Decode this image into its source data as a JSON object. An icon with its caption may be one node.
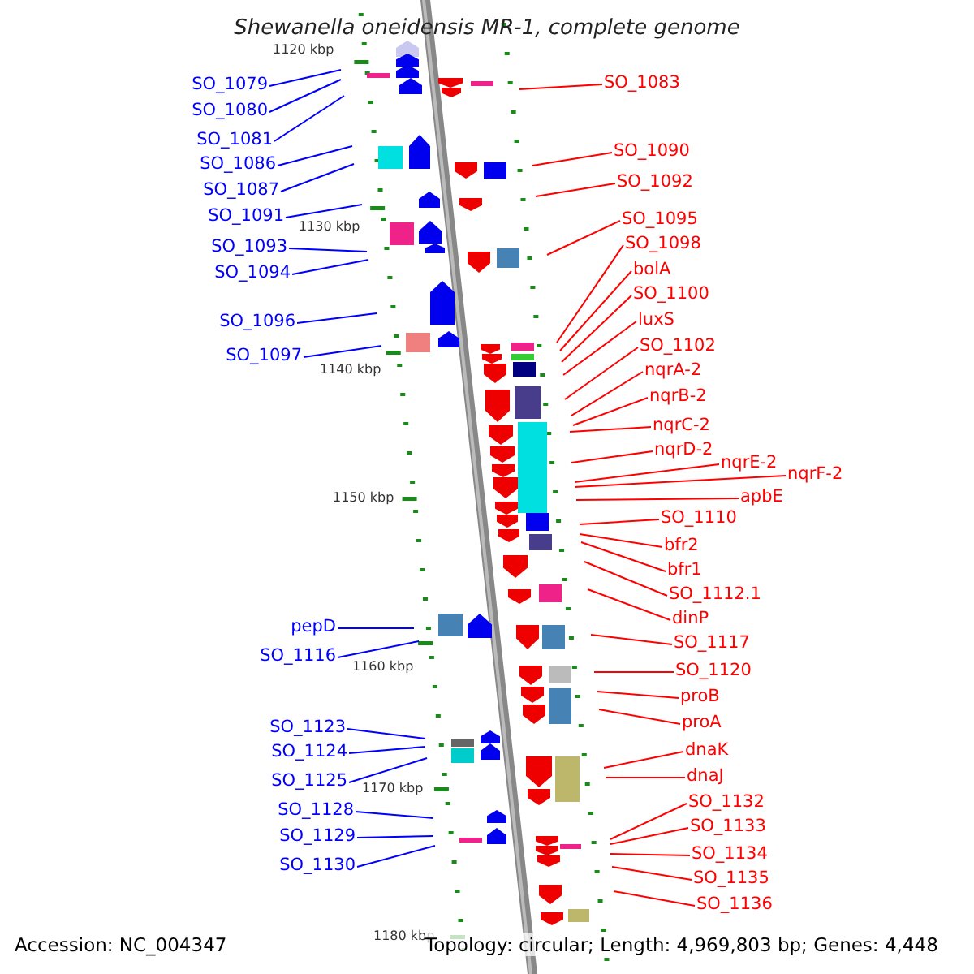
{
  "diagram": {
    "title": "Shewanella oneidensis MR-1, complete genome",
    "nodes": [
      {
        "text": [
          "SO_1079"
        ]
      },
      {
        "text": [
          "SO_1080"
        ]
      },
      {
        "text": [
          "SO_1081"
        ]
      },
      {
        "text": [
          "SO_1086"
        ]
      },
      {
        "text": [
          "SO_1087"
        ]
      },
      {
        "text": [
          "SO_1091"
        ]
      },
      {
        "text": [
          "SO_1093"
        ]
      },
      {
        "text": [
          "SO_1094"
        ]
      },
      {
        "text": [
          "SO_1096"
        ]
      },
      {
        "text": [
          "SO_1097"
        ]
      },
      {
        "text": [
          "pepD"
        ]
      },
      {
        "text": [
          "SO_1116"
        ]
      },
      {
        "text": [
          "SO_1123"
        ]
      },
      {
        "text": [
          "SO_1124"
        ]
      },
      {
        "text": [
          "SO_1125"
        ]
      },
      {
        "text": [
          "SO_1128"
        ]
      },
      {
        "text": [
          "SO_1129"
        ]
      },
      {
        "text": [
          "SO_1130"
        ]
      },
      {
        "text": [
          "SO_1083"
        ]
      },
      {
        "text": [
          "SO_1090"
        ]
      },
      {
        "text": [
          "SO_1092"
        ]
      },
      {
        "text": [
          "SO_1095"
        ]
      },
      {
        "text": [
          "SO_1098"
        ]
      },
      {
        "text": [
          "bolA"
        ]
      },
      {
        "text": [
          "SO_1100"
        ]
      },
      {
        "text": [
          "luxS"
        ]
      },
      {
        "text": [
          "SO_1102"
        ]
      },
      {
        "text": [
          "nqrA-2"
        ]
      },
      {
        "text": [
          "nqrB-2"
        ]
      },
      {
        "text": [
          "nqrC-2"
        ]
      },
      {
        "text": [
          "nqrD-2"
        ]
      },
      {
        "text": [
          "nqrE-2"
        ]
      },
      {
        "text": [
          "nqrF-2"
        ]
      },
      {
        "text": [
          "apbE"
        ]
      },
      {
        "text": [
          "SO_1110"
        ]
      },
      {
        "text": [
          "bfr2"
        ]
      },
      {
        "text": [
          "bfr1"
        ]
      },
      {
        "text": [
          "SO_1112.1"
        ]
      },
      {
        "text": [
          "dinP"
        ]
      },
      {
        "text": [
          "SO_1117"
        ]
      },
      {
        "text": [
          "SO_1120"
        ]
      },
      {
        "text": [
          "proB"
        ]
      },
      {
        "text": [
          "proA"
        ]
      },
      {
        "text": [
          "dnaK"
        ]
      },
      {
        "text": [
          "dnaJ"
        ]
      },
      {
        "text": [
          "SO_1132"
        ]
      },
      {
        "text": [
          "SO_1133"
        ]
      },
      {
        "text": [
          "SO_1134"
        ]
      },
      {
        "text": [
          "SO_1135"
        ]
      },
      {
        "text": [
          "SO_1136"
        ]
      }
    ],
    "edges": [
      {
        "from": 0,
        "to": null,
        "arrow": "none",
        "color": "#0000ff"
      },
      {
        "from": 1,
        "to": null,
        "arrow": "none",
        "color": "#0000ff"
      },
      {
        "from": 2,
        "to": null,
        "arrow": "none",
        "color": "#0000ff"
      },
      {
        "from": 3,
        "to": null,
        "arrow": "none",
        "color": "#0000ff"
      },
      {
        "from": 4,
        "to": null,
        "arrow": "none",
        "color": "#0000ff"
      },
      {
        "from": 5,
        "to": null,
        "arrow": "none",
        "color": "#0000ff"
      },
      {
        "from": 6,
        "to": null,
        "arrow": "none",
        "color": "#0000ff"
      },
      {
        "from": 7,
        "to": null,
        "arrow": "none",
        "color": "#0000ff"
      },
      {
        "from": 8,
        "to": null,
        "arrow": "none",
        "color": "#0000ff"
      },
      {
        "from": 9,
        "to": null,
        "arrow": "none",
        "color": "#0000ff"
      },
      {
        "from": 10,
        "to": null,
        "arrow": "none",
        "color": "#0000ff"
      },
      {
        "from": 11,
        "to": null,
        "arrow": "none",
        "color": "#0000ff"
      },
      {
        "from": 12,
        "to": null,
        "arrow": "none",
        "color": "#0000ff"
      },
      {
        "from": 13,
        "to": null,
        "arrow": "none",
        "color": "#0000ff"
      },
      {
        "from": 14,
        "to": null,
        "arrow": "none",
        "color": "#0000ff"
      },
      {
        "from": 15,
        "to": null,
        "arrow": "none",
        "color": "#0000ff"
      },
      {
        "from": 16,
        "to": null,
        "arrow": "none",
        "color": "#0000ff"
      },
      {
        "from": 17,
        "to": null,
        "arrow": "none",
        "color": "#0000ff"
      },
      {
        "from": 18,
        "to": null,
        "arrow": "none"
      },
      {
        "from": 19,
        "to": null,
        "arrow": "none"
      },
      {
        "from": 20,
        "to": null,
        "arrow": "none"
      },
      {
        "from": 21,
        "to": null,
        "arrow": "none"
      },
      {
        "from": 22,
        "to": null,
        "arrow": "none"
      },
      {
        "from": 23,
        "to": null,
        "arrow": "none"
      },
      {
        "from": 24,
        "to": null,
        "arrow": "none"
      },
      {
        "from": 25,
        "to": null,
        "arrow": "none"
      },
      {
        "from": 26,
        "to": null,
        "arrow": "none"
      },
      {
        "from": 27,
        "to": null,
        "arrow": "none"
      },
      {
        "from": 28,
        "to": null,
        "arrow": "none"
      },
      {
        "from": 29,
        "to": null,
        "arrow": "none"
      },
      {
        "from": 30,
        "to": null,
        "arrow": "none"
      },
      {
        "from": 31,
        "to": null,
        "arrow": "none"
      },
      {
        "from": 32,
        "to": null,
        "arrow": "none"
      },
      {
        "from": 33,
        "to": null,
        "arrow": "none"
      },
      {
        "from": 34,
        "to": null,
        "arrow": "none"
      },
      {
        "from": 35,
        "to": null,
        "arrow": "none"
      },
      {
        "from": 36,
        "to": null,
        "arrow": "none"
      },
      {
        "from": 37,
        "to": null,
        "arrow": "none"
      },
      {
        "from": 38,
        "to": null,
        "arrow": "none"
      },
      {
        "from": 39,
        "to": null,
        "arrow": "none"
      },
      {
        "from": 40,
        "to": null,
        "arrow": "none"
      },
      {
        "from": 41,
        "to": null,
        "arrow": "none"
      },
      {
        "from": 42,
        "to": null,
        "arrow": "none"
      },
      {
        "from": 43,
        "to": null,
        "arrow": "none"
      },
      {
        "from": 44,
        "to": null,
        "arrow": "none"
      },
      {
        "from": 45,
        "to": null,
        "arrow": "none"
      },
      {
        "from": 46,
        "to": null,
        "arrow": "none"
      },
      {
        "from": 47,
        "to": null,
        "arrow": "none"
      },
      {
        "from": 48,
        "to": null,
        "arrow": "none"
      },
      {
        "from": 49,
        "to": null,
        "arrow": "none"
      }
    ],
    "labels": [
      "1120 kbp",
      "1130 kbp",
      "1140 kbp",
      "1150 kbp",
      "1160 kbp",
      "1170 kbp",
      "1180 kbp",
      "Accession: NC_004347",
      "Topology: circular; Length: 4,969,803 bp; Genes: 4,448"
    ]
  }
}
